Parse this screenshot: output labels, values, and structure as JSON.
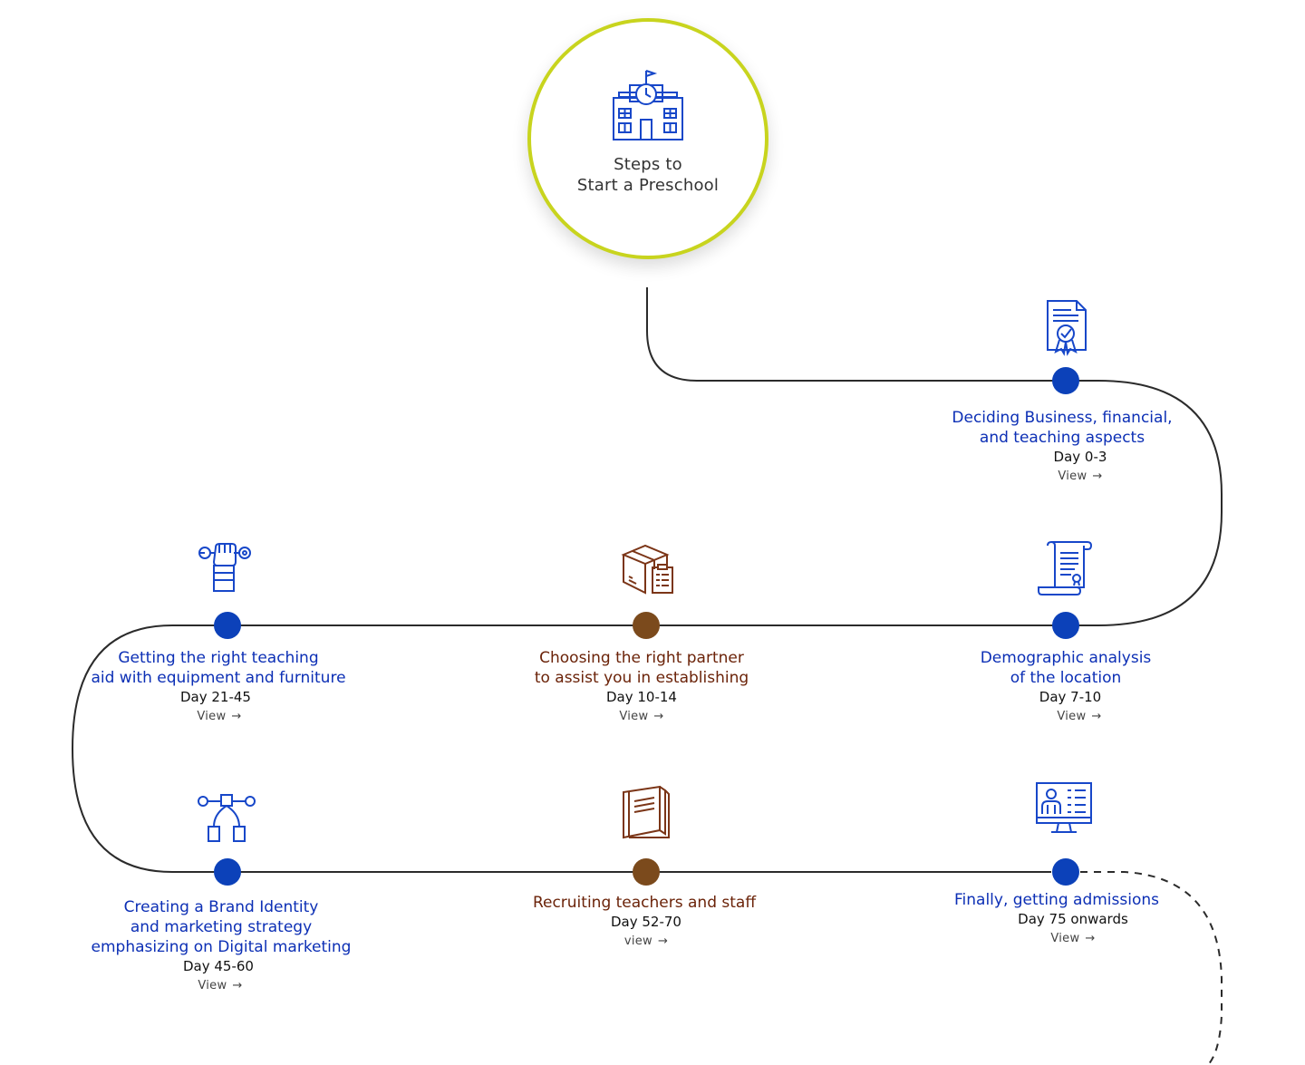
{
  "hub": {
    "title_line1": "Steps to",
    "title_line2": "Start a Preschool",
    "icon": "school-building-icon"
  },
  "colors": {
    "blue": "#0c41b9",
    "brown": "#7b4a1c",
    "hub_ring": "#c8d41e",
    "path": "#2b2b2b"
  },
  "view_arrow": "→",
  "steps": [
    {
      "title_lines": [
        "Deciding Business, financial,",
        "and teaching aspects"
      ],
      "day": "Day 0-3",
      "view": "View",
      "color": "blue",
      "icon": "certificate-icon"
    },
    {
      "title_lines": [
        "Demographic analysis",
        "of the location"
      ],
      "day": "Day 7-10",
      "view": "View",
      "color": "blue",
      "icon": "scroll-document-icon"
    },
    {
      "title_lines": [
        "Choosing the right partner",
        "to assist you in establishing"
      ],
      "day": "Day 10-14",
      "view": "View",
      "color": "brown",
      "icon": "boxes-clipboard-icon"
    },
    {
      "title_lines": [
        "Getting the right teaching",
        "aid with equipment and furniture"
      ],
      "day": "Day 21-45",
      "view": "View",
      "color": "blue",
      "icon": "hand-wrench-icon"
    },
    {
      "title_lines": [
        "Creating a Brand Identity",
        "and marketing strategy",
        "emphasizing on Digital marketing"
      ],
      "day": "Day 45-60",
      "view": "View",
      "color": "blue",
      "icon": "vector-pen-icon"
    },
    {
      "title_lines": [
        "Recruiting teachers and staff"
      ],
      "day": "Day 52-70",
      "view": "view",
      "color": "brown",
      "icon": "book-icon"
    },
    {
      "title_lines": [
        "Finally, getting admissions"
      ],
      "day": "Day 75 onwards",
      "view": "View",
      "color": "blue",
      "icon": "monitor-profile-icon"
    }
  ]
}
